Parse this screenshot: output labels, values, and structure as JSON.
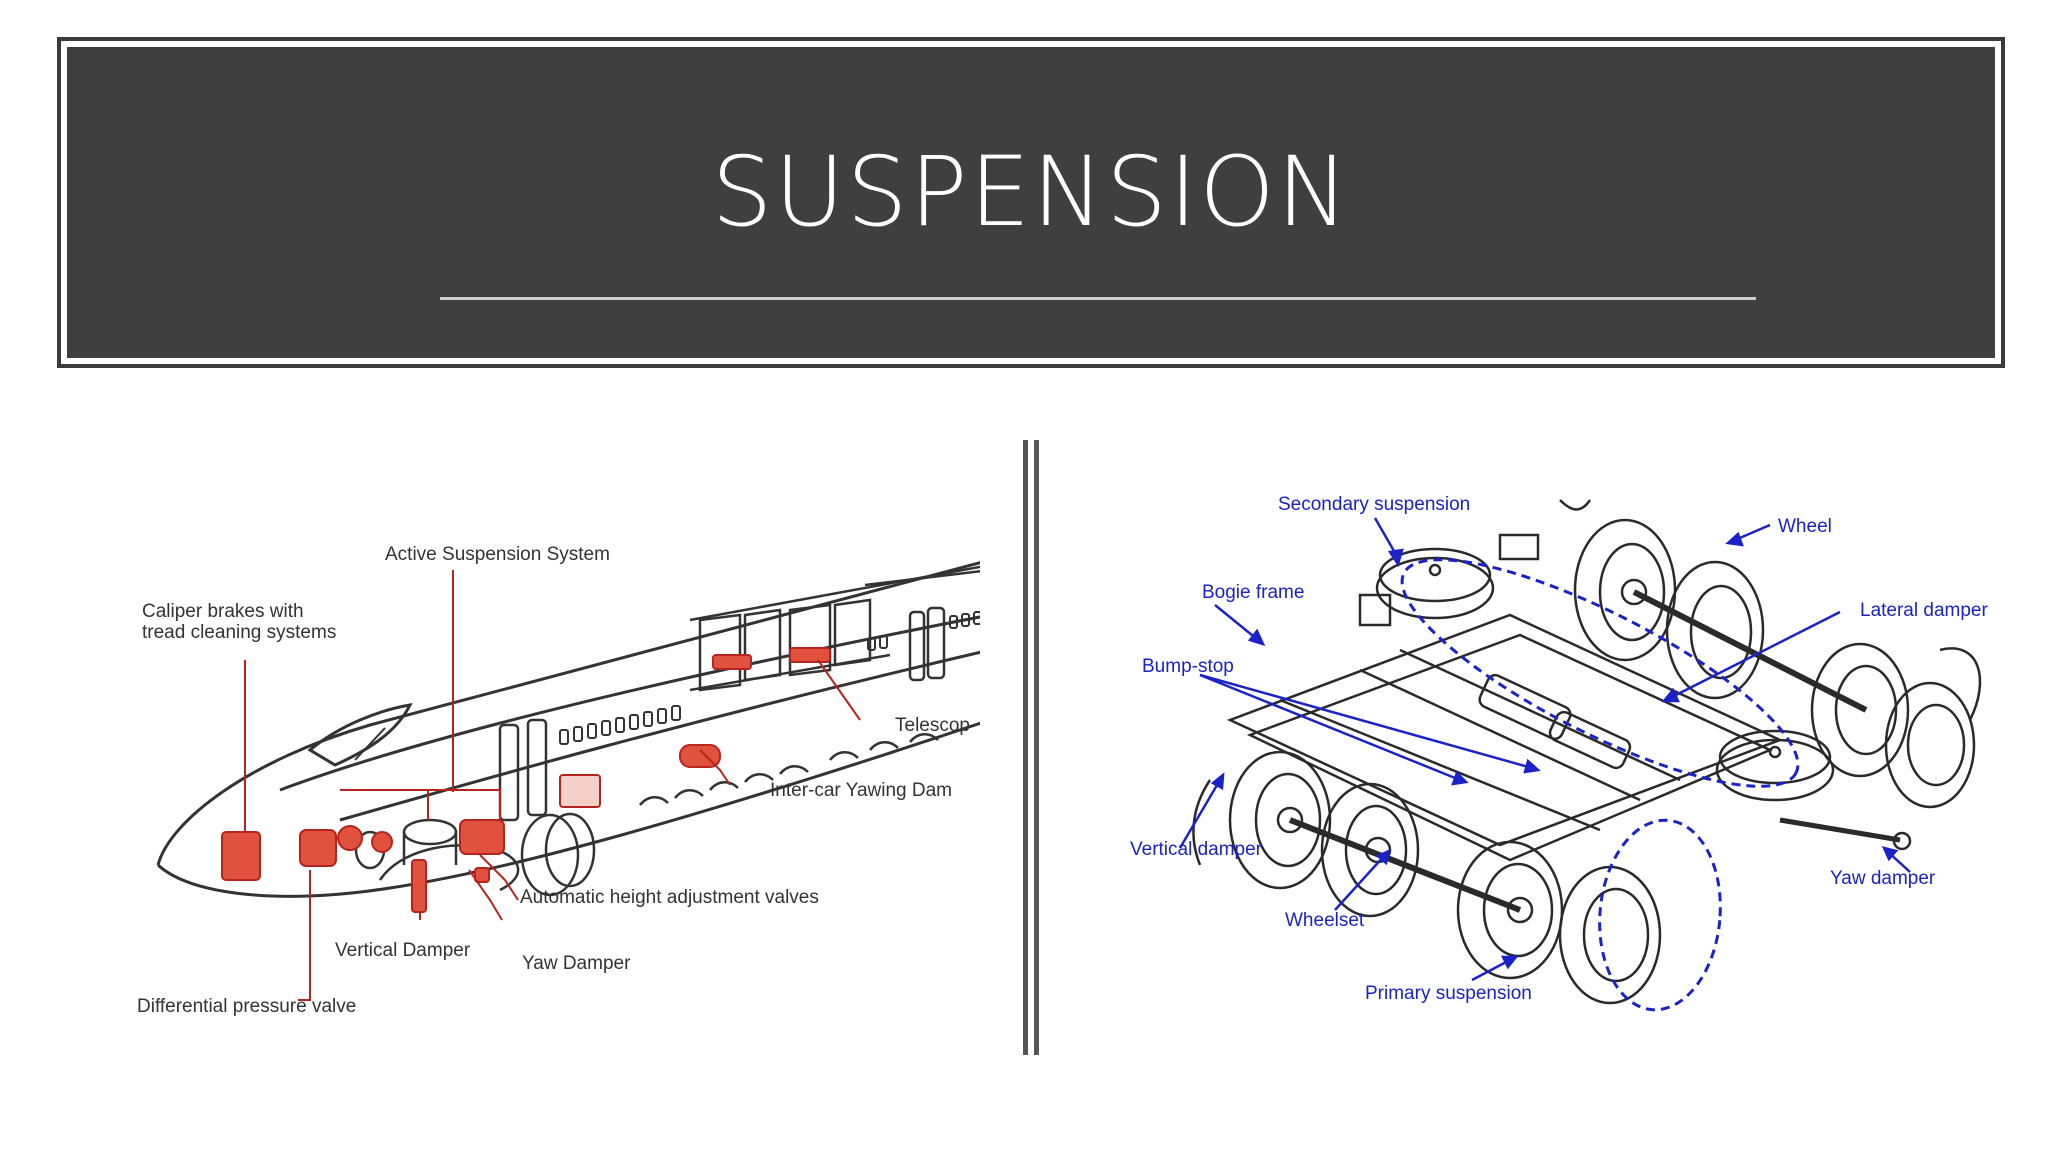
{
  "slide": {
    "title": "SUSPENSION"
  },
  "left_figure": {
    "labels": {
      "active_suspension": "Active Suspension System",
      "caliper_line1": "Caliper brakes with",
      "caliper_line2": "tread cleaning systems",
      "telescopic": "Telescop",
      "intercar_yawing": "Inter-car Yawing Dam",
      "height_valves": "Automatic height adjustment valves",
      "vertical_damper": "Vertical Damper",
      "yaw_damper": "Yaw Damper",
      "differential_valve": "Differential pressure valve"
    },
    "colors": {
      "label_line": "#b5241f",
      "part_fill": "#e0513e",
      "drawing": "#333333"
    }
  },
  "right_figure": {
    "labels": {
      "secondary_suspension": "Secondary suspension",
      "wheel": "Wheel",
      "bogie_frame": "Bogie frame",
      "lateral_damper": "Lateral damper",
      "bump_stop": "Bump-stop",
      "vertical_damper": "Vertical damper",
      "wheelset": "Wheelset",
      "yaw_damper": "Yaw damper",
      "primary_suspension": "Primary suspension"
    },
    "colors": {
      "label": "#1a22c8",
      "drawing": "#2a2a2a"
    }
  }
}
